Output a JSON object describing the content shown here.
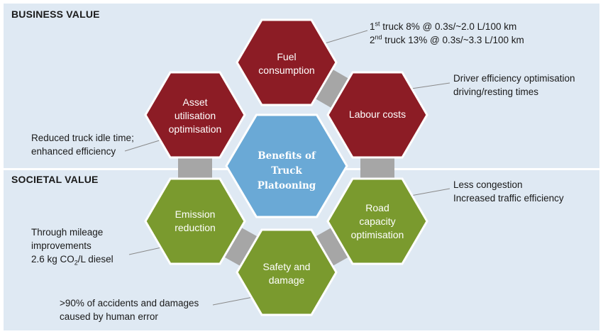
{
  "sections": {
    "business": "BUSINESS VALUE",
    "societal": "SOCIETAL VALUE"
  },
  "colors": {
    "business_hex": "#8c1c25",
    "societal_hex": "#7a9a2e",
    "center_hex": "#6aa9d6",
    "connector": "#a6a6a6",
    "band": "#dfe9f3",
    "leader": "#8a8a8a"
  },
  "center": {
    "label": "Benefits of\nTruck\nPlatooning"
  },
  "hexagons": [
    {
      "id": "fuel",
      "label": "Fuel\nconsumption",
      "group": "business"
    },
    {
      "id": "labour",
      "label": "Labour costs",
      "group": "business"
    },
    {
      "id": "asset",
      "label": "Asset\nutilisation\noptimisation",
      "group": "business"
    },
    {
      "id": "emission",
      "label": "Emission\nreduction",
      "group": "societal"
    },
    {
      "id": "road",
      "label": "Road\ncapacity\noptimisation",
      "group": "societal"
    },
    {
      "id": "safety",
      "label": "Safety and\ndamage",
      "group": "societal"
    }
  ],
  "notes": {
    "fuel": {
      "line1": {
        "pre": "1",
        "sup": "st",
        "post": " truck 8% @ 0.3s/~2.0 L/100 km"
      },
      "line2": {
        "pre": "2",
        "sup": "nd",
        "post": " truck 13% @ 0.3s/~3.3 L/100 km"
      }
    },
    "labour": {
      "line1": "Driver efficiency optimisation",
      "line2": "driving/resting times"
    },
    "asset": {
      "line1": "Reduced truck idle time;",
      "line2": "enhanced efficiency"
    },
    "road": {
      "line1": "Less congestion",
      "line2": "Increased traffic efficiency"
    },
    "emission": {
      "line1": "Through mileage",
      "line2": "improvements",
      "line3": {
        "pre": "2.6 kg CO",
        "sub": "2",
        "post": "/L diesel"
      }
    },
    "safety": {
      "line1": ">90% of accidents and damages",
      "line2": "caused by human error"
    }
  }
}
